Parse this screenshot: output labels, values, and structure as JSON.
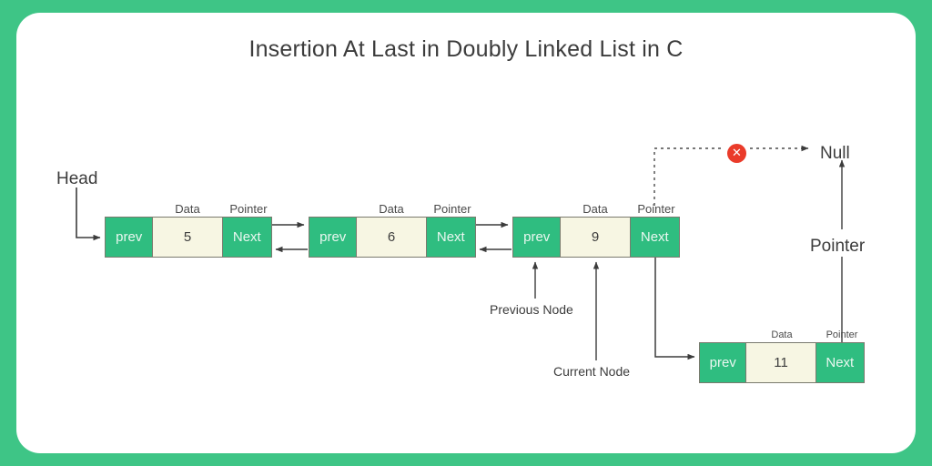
{
  "page": {
    "title": "Insertion At Last in Doubly Linked List in C",
    "frame_color": "#3ec586",
    "card_color": "#ffffff",
    "pointer_cell_color": "#2fbd80",
    "data_cell_color": "#f7f6e3",
    "x_marker_color": "#ea3b2a",
    "line_color": "#3c3c3c"
  },
  "labels": {
    "head": "Head",
    "null": "Null",
    "pointer_right": "Pointer",
    "previous_node": "Previous Node",
    "current_node": "Current Node",
    "data_cap": "Data",
    "pointer_cap": "Pointer",
    "prev_cell": "prev",
    "next_cell": "Next",
    "x_mark": "✕"
  },
  "list": {
    "nodes": [
      {
        "prev": "prev",
        "data": "5",
        "next": "Next",
        "data_cap": "Data",
        "pointer_cap": "Pointer"
      },
      {
        "prev": "prev",
        "data": "6",
        "next": "Next",
        "data_cap": "Data",
        "pointer_cap": "Pointer"
      },
      {
        "prev": "prev",
        "data": "9",
        "next": "Next",
        "data_cap": "Data",
        "pointer_cap": "Pointer"
      }
    ],
    "new_node": {
      "prev": "prev",
      "data": "11",
      "next": "Next",
      "data_cap": "Data",
      "pointer_cap": "Pointer"
    }
  }
}
